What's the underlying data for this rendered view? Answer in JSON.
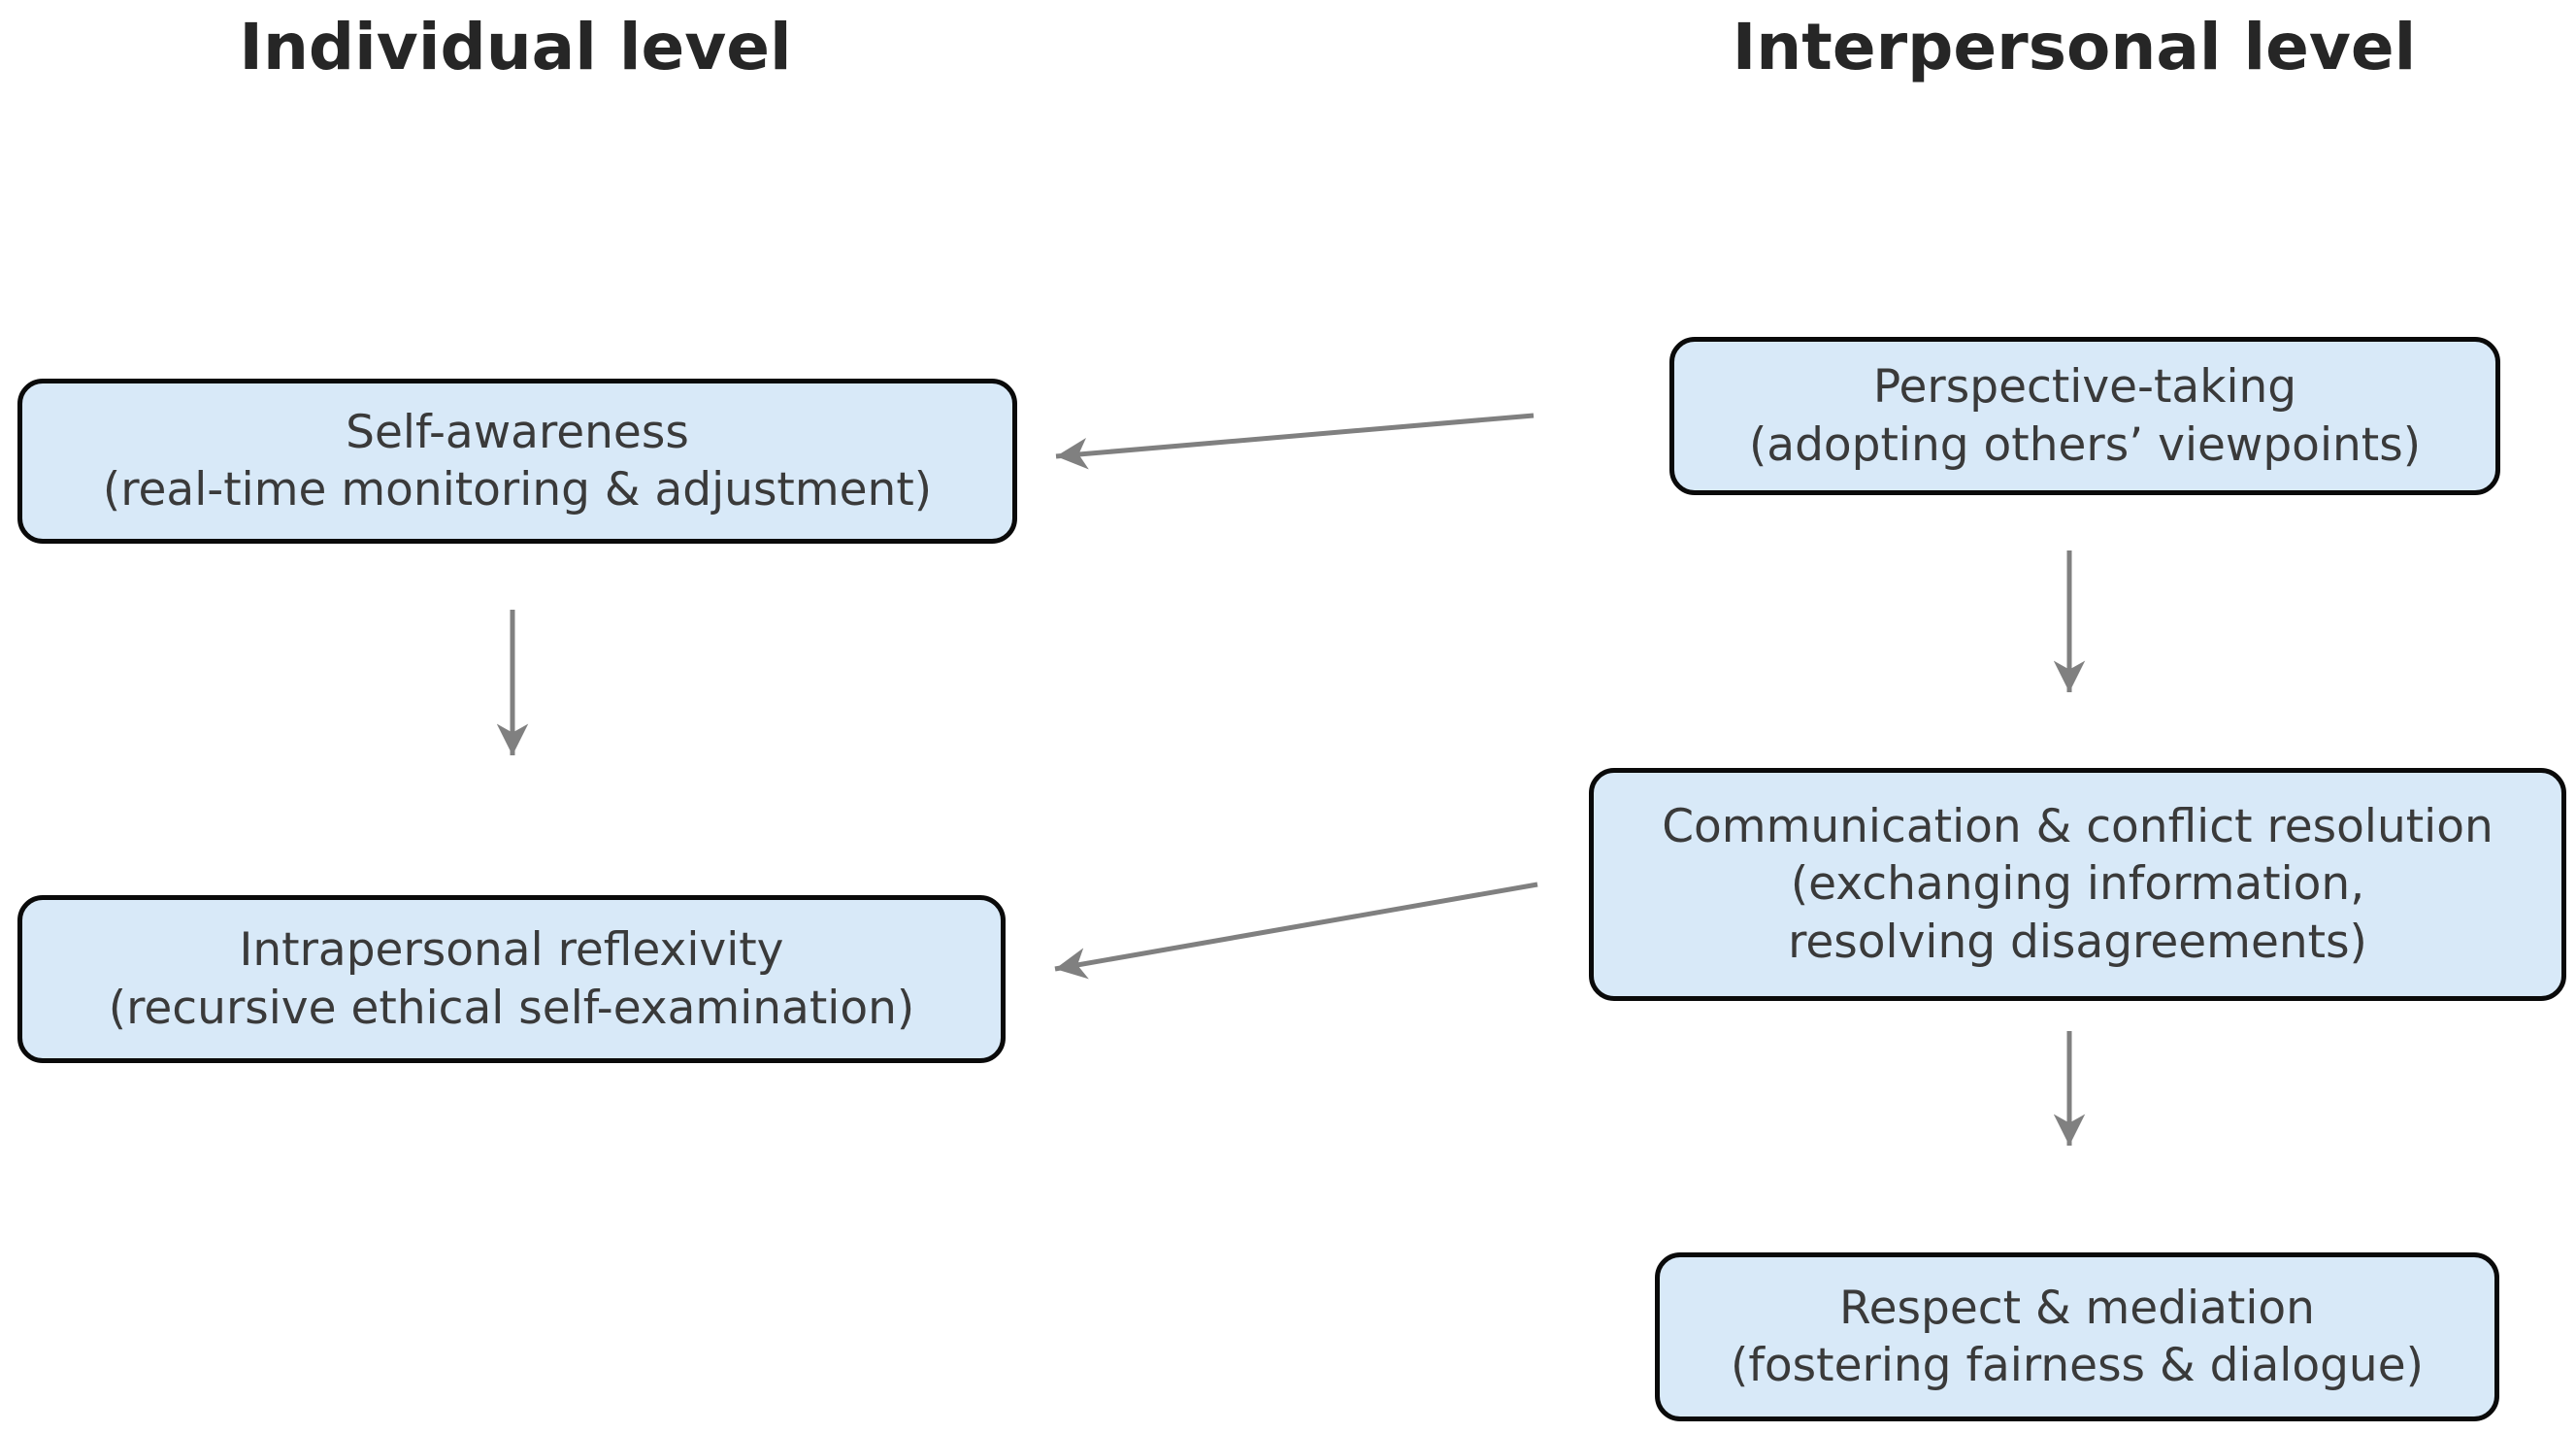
{
  "page": {
    "background": "#ffffff"
  },
  "headings": {
    "individual": "Individual level",
    "interpersonal": "Interpersonal level"
  },
  "nodes": {
    "self_awareness": {
      "level": "individual",
      "line1": "Self-awareness",
      "line2": "(real-time monitoring & adjustment)"
    },
    "perspective_taking": {
      "level": "interpersonal",
      "line1": "Perspective-taking",
      "line2": "(adopting others’ viewpoints)"
    },
    "communication_conflict": {
      "level": "interpersonal",
      "line1": "Communication & conflict resolution",
      "line2": "(exchanging information,",
      "line3": "resolving disagreements)"
    },
    "intrapersonal_reflexivity": {
      "level": "individual",
      "line1": "Intrapersonal reflexivity",
      "line2": "(recursive ethical self-examination)"
    },
    "respect_mediation": {
      "level": "interpersonal",
      "line1": "Respect & mediation",
      "line2": "(fostering fairness & dialogue)"
    }
  },
  "edges": [
    {
      "from": "perspective_taking",
      "to": "self_awareness"
    },
    {
      "from": "perspective_taking",
      "to": "communication_conflict"
    },
    {
      "from": "self_awareness",
      "to": "intrapersonal_reflexivity"
    },
    {
      "from": "communication_conflict",
      "to": "intrapersonal_reflexivity"
    },
    {
      "from": "communication_conflict",
      "to": "respect_mediation"
    }
  ],
  "colors": {
    "node_fill": "#d8e9f8",
    "node_border": "#0a0a0a",
    "node_text": "#3a3a3a",
    "heading_text": "#262626",
    "arrow": "#808080",
    "background": "#ffffff"
  }
}
